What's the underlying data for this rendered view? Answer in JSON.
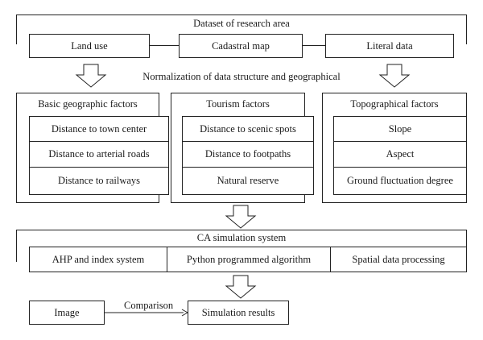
{
  "diagram": {
    "dataset": {
      "title": "Dataset of research area",
      "items": [
        "Land use",
        "Cadastral map",
        "Literal data"
      ]
    },
    "normalization_label": "Normalization of data structure and geographical",
    "factor_groups": [
      {
        "title": "Basic geographic factors",
        "items": [
          "Distance to town center",
          "Distance to arterial roads",
          "Distance to railways"
        ]
      },
      {
        "title": "Tourism factors",
        "items": [
          "Distance to scenic spots",
          "Distance to footpaths",
          "Natural reserve"
        ]
      },
      {
        "title": "Topographical factors",
        "items": [
          "Slope",
          "Aspect",
          "Ground fluctuation degree"
        ]
      }
    ],
    "ca_system": {
      "title": "CA simulation system",
      "items": [
        "AHP and index system",
        "Python programmed algorithm",
        "Spatial data processing"
      ]
    },
    "image_label": "Image",
    "comparison_label": "Comparison",
    "results_label": "Simulation results"
  }
}
